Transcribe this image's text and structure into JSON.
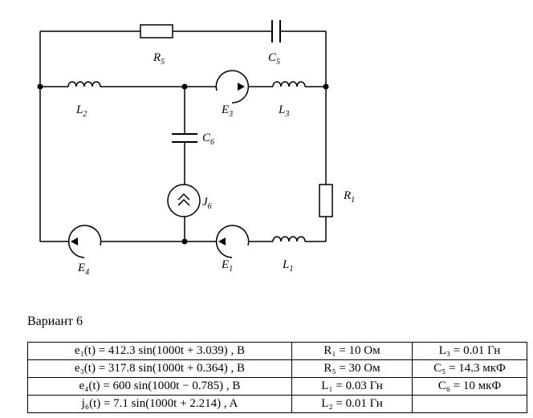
{
  "labels": {
    "R5": {
      "main": "R",
      "sub": "5"
    },
    "C5": {
      "main": "C",
      "sub": "5"
    },
    "L2": {
      "main": "L",
      "sub": "2"
    },
    "E3": {
      "main": "E",
      "sub": "3"
    },
    "L3": {
      "main": "L",
      "sub": "3"
    },
    "C6": {
      "main": "C",
      "sub": "6"
    },
    "J6": {
      "main": "J",
      "sub": "6"
    },
    "R1": {
      "main": "R",
      "sub": "1"
    },
    "E4": {
      "main": "E",
      "sub": "4"
    },
    "E1": {
      "main": "E",
      "sub": "1"
    },
    "L1": {
      "main": "L",
      "sub": "1"
    }
  },
  "variant_title": "Вариант 6",
  "table": [
    [
      "e₁(t) = 412.3 sin(1000t + 3.039) , B",
      "R₁ = 10 Ом",
      "L₃ = 0.01 Гн"
    ],
    [
      "e₃(t) = 317.8 sin(1000t + 0.364) , B",
      "R₅ = 30 Ом",
      "C₅ = 14.3 мкФ"
    ],
    [
      "e₄(t) = 600 sin(1000t − 0.785) , B",
      "L₁ = 0.03 Гн",
      "C₆ = 10 мкФ"
    ],
    [
      "j₆(t) = 7.1 sin(1000t + 2.214) , A",
      "L₂ = 0.01 Гн",
      ""
    ]
  ]
}
